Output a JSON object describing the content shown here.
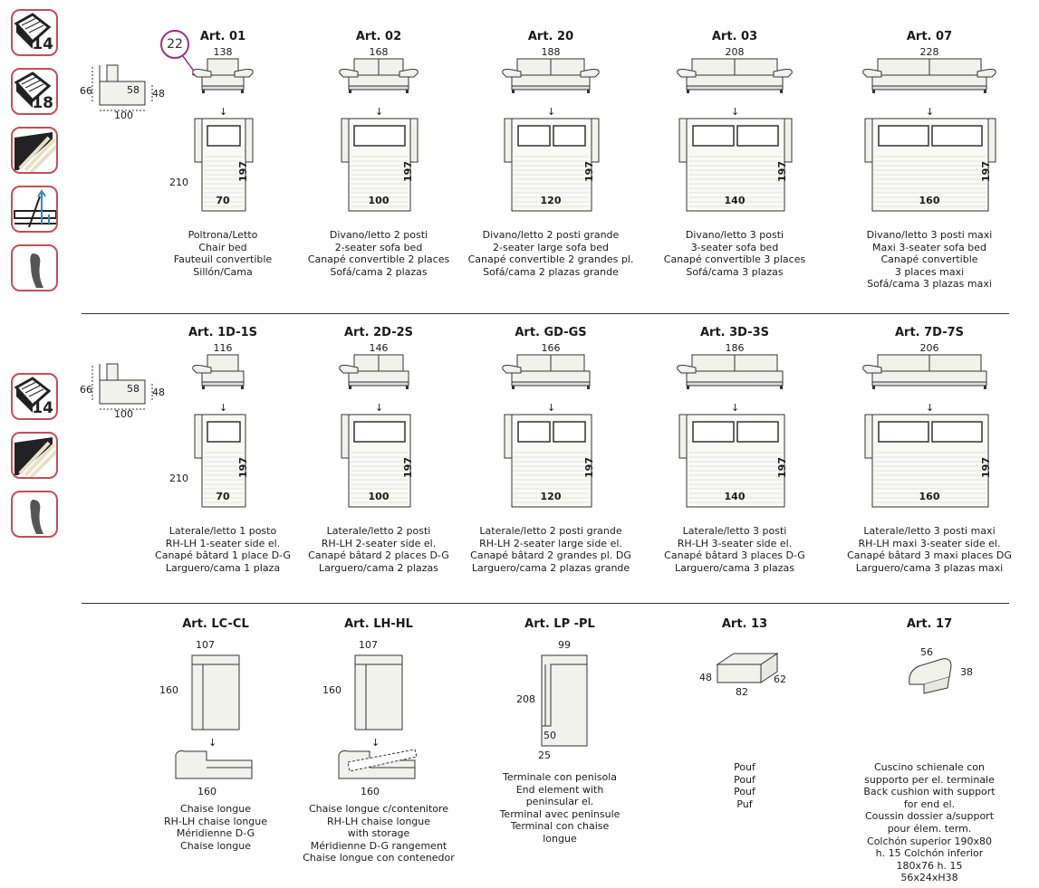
{
  "colors": {
    "accent": "#c0505a",
    "callout": "#a0307a",
    "line": "#333333",
    "fill": "#f2f2ec"
  },
  "side_icons": {
    "row1": [
      {
        "name": "seat-density-icon",
        "num": "14"
      },
      {
        "name": "seat-density-icon",
        "num": "18"
      },
      {
        "name": "slats-icon",
        "num": ""
      },
      {
        "name": "mechanism-icon",
        "num": ""
      },
      {
        "name": "armrest-icon",
        "num": ""
      }
    ],
    "row2": [
      {
        "name": "seat-density-icon",
        "num": "14"
      },
      {
        "name": "slats-icon",
        "num": ""
      },
      {
        "name": "armrest-icon",
        "num": ""
      }
    ]
  },
  "profile_row1": {
    "height": "66",
    "seat": "58",
    "seat_h": "48",
    "depth": "100"
  },
  "profile_row2": {
    "height": "66",
    "seat": "58",
    "seat_h": "48",
    "depth": "100"
  },
  "callout": "22",
  "row1": [
    {
      "art": "Art. 01",
      "width": "138",
      "open_len": "210",
      "bed_len": "197",
      "bed_w": "70",
      "desc": "Poltrona/Letto\nChair bed\nFauteuil convertible\nSillón/Cama"
    },
    {
      "art": "Art. 02",
      "width": "168",
      "open_len": "",
      "bed_len": "197",
      "bed_w": "100",
      "desc": "Divano/letto 2 posti\n2-seater sofa bed\nCanapé convertible 2 places\nSofá/cama 2 plazas"
    },
    {
      "art": "Art. 20",
      "width": "188",
      "open_len": "",
      "bed_len": "197",
      "bed_w": "120",
      "desc": "Divano/letto 2 posti grande\n2-seater large sofa bed\nCanapé convertible 2 grandes pl.\nSofá/cama 2 plazas grande"
    },
    {
      "art": "Art. 03",
      "width": "208",
      "open_len": "",
      "bed_len": "197",
      "bed_w": "140",
      "desc": "Divano/letto 3 posti\n3-seater sofa bed\nCanapé convertible 3 places\nSofá/cama 3 plazas"
    },
    {
      "art": "Art. 07",
      "width": "228",
      "open_len": "",
      "bed_len": "197",
      "bed_w": "160",
      "desc": "Divano/letto 3 posti maxi\nMaxi 3-seater sofa bed\nCanapé convertible\n3 places maxi\nSofá/cama 3 plazas maxi"
    }
  ],
  "row2": [
    {
      "art": "Art. 1D-1S",
      "width": "116",
      "open_len": "210",
      "bed_len": "197",
      "bed_w": "70",
      "desc": "Laterale/letto 1 posto\nRH-LH 1-seater side el.\nCanapé bâtard 1 place D-G\nLarguero/cama 1 plaza"
    },
    {
      "art": "Art. 2D-2S",
      "width": "146",
      "open_len": "",
      "bed_len": "197",
      "bed_w": "100",
      "desc": "Laterale/letto 2 posti\nRH-LH 2-seater side el.\nCanapé bâtard 2 places D-G\nLarguero/cama 2 plazas"
    },
    {
      "art": "Art. GD-GS",
      "width": "166",
      "open_len": "",
      "bed_len": "197",
      "bed_w": "120",
      "desc": "Laterale/letto 2 posti grande\nRH-LH 2-seater large side el.\nCanapé bâtard 2 grandes pl. DG\nLarguero/cama 2 plazas grande"
    },
    {
      "art": "Art. 3D-3S",
      "width": "186",
      "open_len": "",
      "bed_len": "197",
      "bed_w": "140",
      "desc": "Laterale/letto 3 posti\nRH-LH 3-seater side el.\nCanapé bâtard 3 places D-G\nLarguero/cama 3 plazas"
    },
    {
      "art": "Art. 7D-7S",
      "width": "206",
      "open_len": "",
      "bed_len": "197",
      "bed_w": "160",
      "desc": "Laterale/letto 3 posti maxi\nRH-LH maxi 3-seater side el.\nCanapé bâtard 3 maxi places DG\nLarguero/cama 3 plazas maxi"
    }
  ],
  "row3": [
    {
      "art": "Art. LC-CL",
      "top": "107",
      "side": "160",
      "bottom": "160",
      "desc": "Chaise longue\nRH-LH chaise longue\nMéridienne D-G\nChaise longue"
    },
    {
      "art": "Art. LH-HL",
      "top": "107",
      "side": "160",
      "bottom": "160",
      "desc": "Chaise longue c/contenitore\nRH-LH chaise longue\nwith storage\nMéridienne D-G rangement\nChaise longue con contenedor"
    },
    {
      "art": "Art. LP -PL",
      "top": "99",
      "side": "208",
      "inner": "50",
      "bottom": "25",
      "desc": "Terminale con penisola\nEnd element with\npeninsular el.\nTerminal avec peninsule\nTerminal con chaise\nlongue"
    },
    {
      "art": "Art. 13",
      "w": "48",
      "d": "62",
      "h": "82",
      "desc": "Pouf\nPouf\nPouf\nPuf"
    },
    {
      "art": "Art. 17",
      "w": "56",
      "h": "38",
      "desc": "Cuscino schienale con\nsupporto per el. terminale\nBack cushion with support\nfor end el.\nCoussin dossier a/support\npour élem. term.\nColchón superior 190x80\nh. 15 Colchón inferior\n180x76 h. 15\n56x24xH38"
    }
  ]
}
